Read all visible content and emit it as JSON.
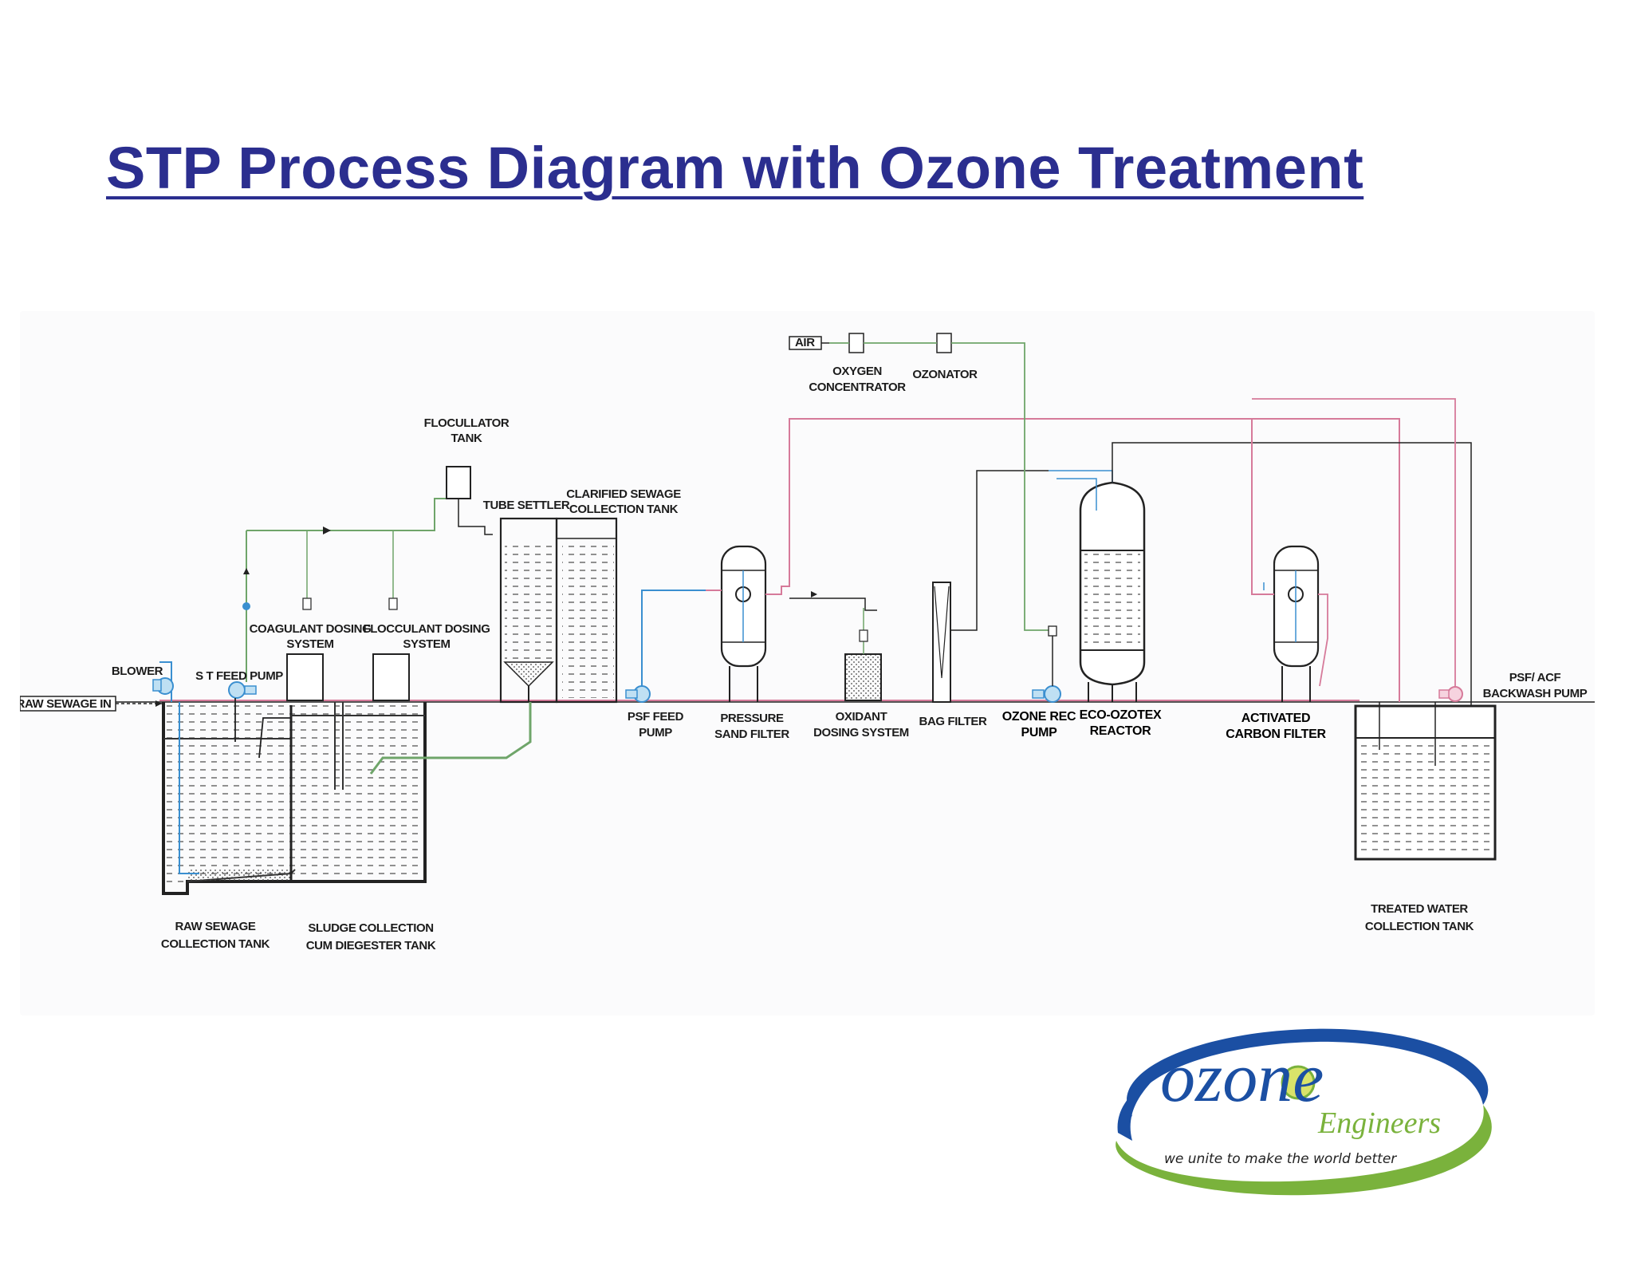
{
  "slide": {
    "title": "STP Process Diagram with Ozone Treatment"
  },
  "diagram": {
    "labels": {
      "air": "AIR",
      "oxygen_concentrator": [
        "OXYGEN",
        "CONCENTRATOR"
      ],
      "ozonator": "OZONATOR",
      "flocculator_tank": [
        "FLOCULLATOR",
        "TANK"
      ],
      "tube_settler": "TUBE SETTLER",
      "clarified_sewage_tank": [
        "CLARIFIED SEWAGE",
        "COLLECTION TANK"
      ],
      "coagulant_dosing": [
        "COAGULANT DOSING",
        "SYSTEM"
      ],
      "flocculant_dosing": [
        "FLOCCULANT DOSING",
        "SYSTEM"
      ],
      "blower": "BLOWER",
      "st_feed_pump": "S T FEED PUMP",
      "raw_sewage_in": "RAW SEWAGE IN",
      "psf_feed_pump": [
        "PSF FEED",
        "PUMP"
      ],
      "pressure_sand_filter": [
        "PRESSURE",
        "SAND FILTER"
      ],
      "oxidant_dosing": [
        "OXIDANT",
        "DOSING SYSTEM"
      ],
      "bag_filter": "BAG FILTER",
      "ozone_rec_pump": [
        "OZONE REC",
        "PUMP"
      ],
      "eco_ozotex_reactor": [
        "ECO-OZOTEX",
        "REACTOR"
      ],
      "activated_carbon_filter": [
        "ACTIVATED",
        "CARBON FILTER"
      ],
      "psf_acf_backwash_pump": [
        "PSF/ ACF",
        "BACKWASH PUMP"
      ],
      "raw_sewage_tank": [
        "RAW SEWAGE",
        "COLLECTION TANK"
      ],
      "sludge_tank": [
        "SLUDGE COLLECTION",
        "CUM DIEGESTER TANK"
      ],
      "treated_water_tank": [
        "TREATED WATER",
        "COLLECTION TANK"
      ]
    },
    "colors": {
      "pipe_green": "#6fa56a",
      "pipe_pink": "#d67a9a",
      "pipe_blue": "#3a8fd0",
      "pipe_black": "#2a2a2a",
      "title_blue": "#2b2e8f"
    }
  },
  "logo": {
    "wordmark": "ozone",
    "subtitle": "Engineers",
    "tagline": "we unite to make the world better",
    "colors": {
      "blue": "#1b4fa3",
      "green": "#7ab23c"
    }
  }
}
